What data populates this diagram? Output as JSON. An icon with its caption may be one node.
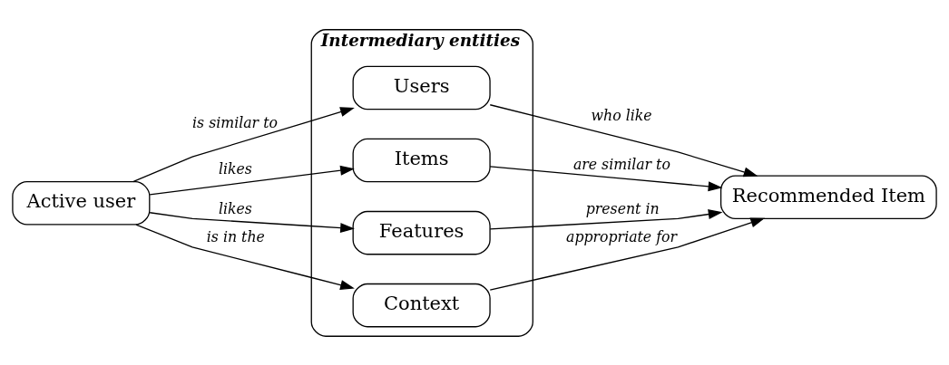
{
  "diagram": {
    "nodes": [
      {
        "text": [
          "Active user"
        ]
      },
      {
        "text": [
          "Intermediary entities"
        ]
      },
      {
        "text": [
          "Users"
        ],
        "in": 1
      },
      {
        "text": [
          "Items"
        ],
        "in": 1
      },
      {
        "text": [
          "Features"
        ],
        "in": 1
      },
      {
        "text": [
          "Context"
        ],
        "in": 1
      },
      {
        "text": [
          "Recommended Item"
        ]
      }
    ],
    "edges": [
      {
        "from": 0,
        "to": 2,
        "arrow": "to",
        "label": "is similar to"
      },
      {
        "from": 0,
        "to": 3,
        "arrow": "to",
        "label": "likes"
      },
      {
        "from": 0,
        "to": 4,
        "arrow": "to",
        "label": "likes"
      },
      {
        "from": 0,
        "to": 5,
        "arrow": "to",
        "label": "is in the"
      },
      {
        "from": 2,
        "to": 6,
        "arrow": "to",
        "label": "who like"
      },
      {
        "from": 3,
        "to": 6,
        "arrow": "to",
        "label": "are similar to"
      },
      {
        "from": 4,
        "to": 6,
        "arrow": "to",
        "label": "present in"
      },
      {
        "from": 5,
        "to": 6,
        "arrow": "to",
        "label": "appropriate for"
      }
    ]
  }
}
